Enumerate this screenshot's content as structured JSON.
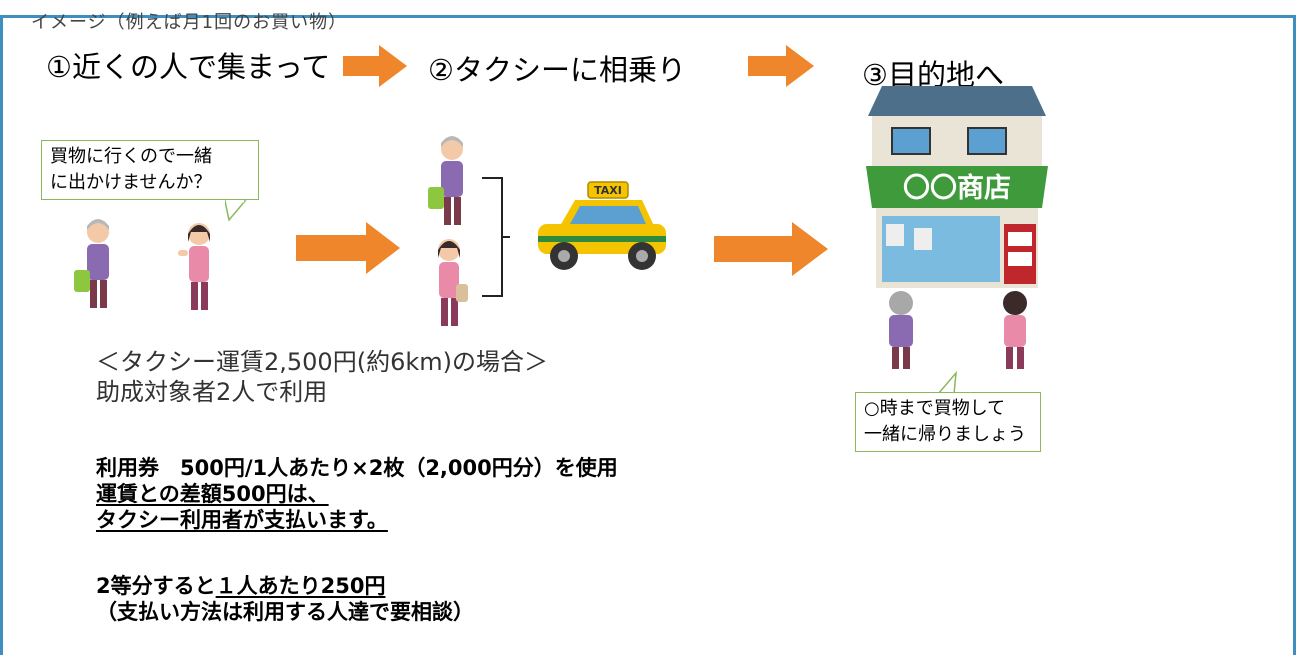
{
  "header_fragment": "イメージ（例えば月1回のお買い物）",
  "steps": [
    {
      "label": "①近くの人で集まって"
    },
    {
      "label": "②タクシーに相乗り"
    },
    {
      "label": "③目的地へ"
    }
  ],
  "bubble_left": {
    "line1": "買物に行くので一緒",
    "line2": "に出かけませんか？"
  },
  "bubble_right": {
    "line1": "○時まで買物して",
    "line2": "一緒に帰りましょう"
  },
  "taxi_sign": "TAXI",
  "shop_sign": "〇〇商店",
  "fare": {
    "line1": "＜タクシー運賃2,500円(約6km)の場合＞",
    "line2": "助成対象者2人で利用"
  },
  "voucher": {
    "line1": "利用券　500円/1人あたり×2枚（2,000円分）を使用",
    "line2": "運賃との差額500円は、",
    "line3": "タクシー利用者が支払います。"
  },
  "split": {
    "prefix": "2等分すると",
    "amount": "１人あたり250円",
    "note": "（支払い方法は利用する人達で要相談）"
  },
  "colors": {
    "frame": "#3d8fbf",
    "arrow": "#f0862b",
    "bubble_border": "#8ab95d",
    "shop_roof": "#4d6f8a",
    "shop_awning": "#3f9a3b",
    "taxi": "#f5c400"
  }
}
